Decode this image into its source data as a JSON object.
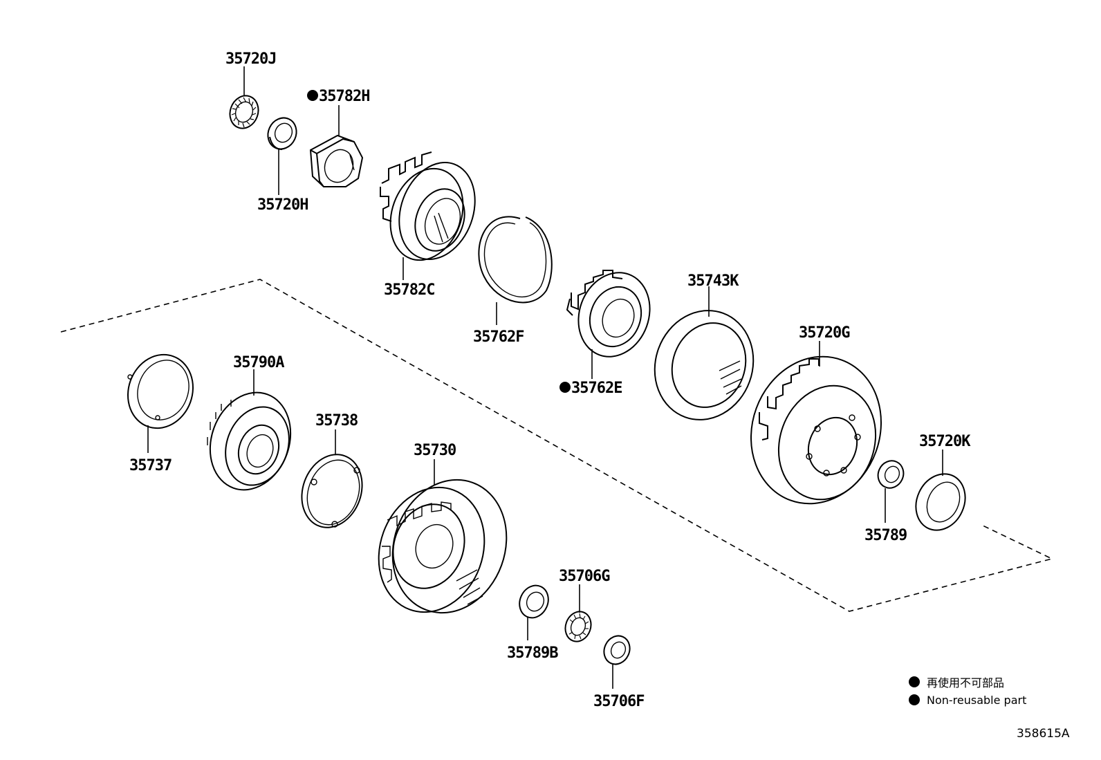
{
  "parts": [
    {
      "id": "35720J",
      "label": "35720J",
      "nonreusable": false
    },
    {
      "id": "35782H",
      "label": "35782H",
      "nonreusable": true
    },
    {
      "id": "35720H",
      "label": "35720H",
      "nonreusable": false
    },
    {
      "id": "35782C",
      "label": "35782C",
      "nonreusable": false
    },
    {
      "id": "35762F",
      "label": "35762F",
      "nonreusable": false
    },
    {
      "id": "35743K",
      "label": "35743K",
      "nonreusable": false
    },
    {
      "id": "35762E",
      "label": "35762E",
      "nonreusable": true
    },
    {
      "id": "35720G",
      "label": "35720G",
      "nonreusable": false
    },
    {
      "id": "35790A",
      "label": "35790A",
      "nonreusable": false
    },
    {
      "id": "35737",
      "label": "35737",
      "nonreusable": false
    },
    {
      "id": "35738",
      "label": "35738",
      "nonreusable": false
    },
    {
      "id": "35730",
      "label": "35730",
      "nonreusable": false
    },
    {
      "id": "35720K",
      "label": "35720K",
      "nonreusable": false
    },
    {
      "id": "35789",
      "label": "35789",
      "nonreusable": false
    },
    {
      "id": "35706G",
      "label": "35706G",
      "nonreusable": false
    },
    {
      "id": "35789B",
      "label": "35789B",
      "nonreusable": false
    },
    {
      "id": "35706F",
      "label": "35706F",
      "nonreusable": false
    }
  ],
  "legend": {
    "japanese": "再使用不可部品",
    "english": "Non-reusable part"
  },
  "reference_code": "358615A"
}
